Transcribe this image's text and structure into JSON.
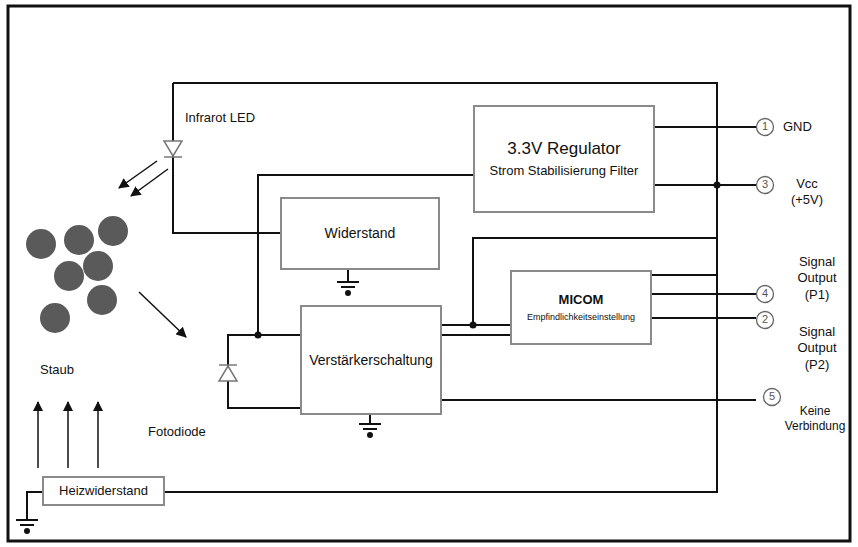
{
  "diagram": {
    "nodes": [
      {
        "text": [
          "3.3V Regulator",
          "Strom Stabilisierung Filter"
        ]
      },
      {
        "text": [
          "Widerstand"
        ]
      },
      {
        "text": [
          "Verstärkerschaltung"
        ]
      },
      {
        "text": [
          "MICOM",
          "Empfindlichkeitseinstellung"
        ]
      },
      {
        "text": [
          "Heizwiderstand"
        ]
      }
    ],
    "edges": [
      {
        "from": 0,
        "to": 2,
        "arrow": "none"
      },
      {
        "from": 2,
        "to": 3,
        "arrow": "none"
      },
      {
        "from": 2,
        "to": 3,
        "arrow": "none"
      }
    ],
    "labels": [
      "Infrarot LED",
      "Staub",
      "Fotodiode",
      "1",
      "GND",
      "3",
      "Vcc (+5V)",
      "4",
      "Signal Output (P1)",
      "2",
      "Signal Output (P2)",
      "5",
      "Keine Verbindung"
    ]
  }
}
